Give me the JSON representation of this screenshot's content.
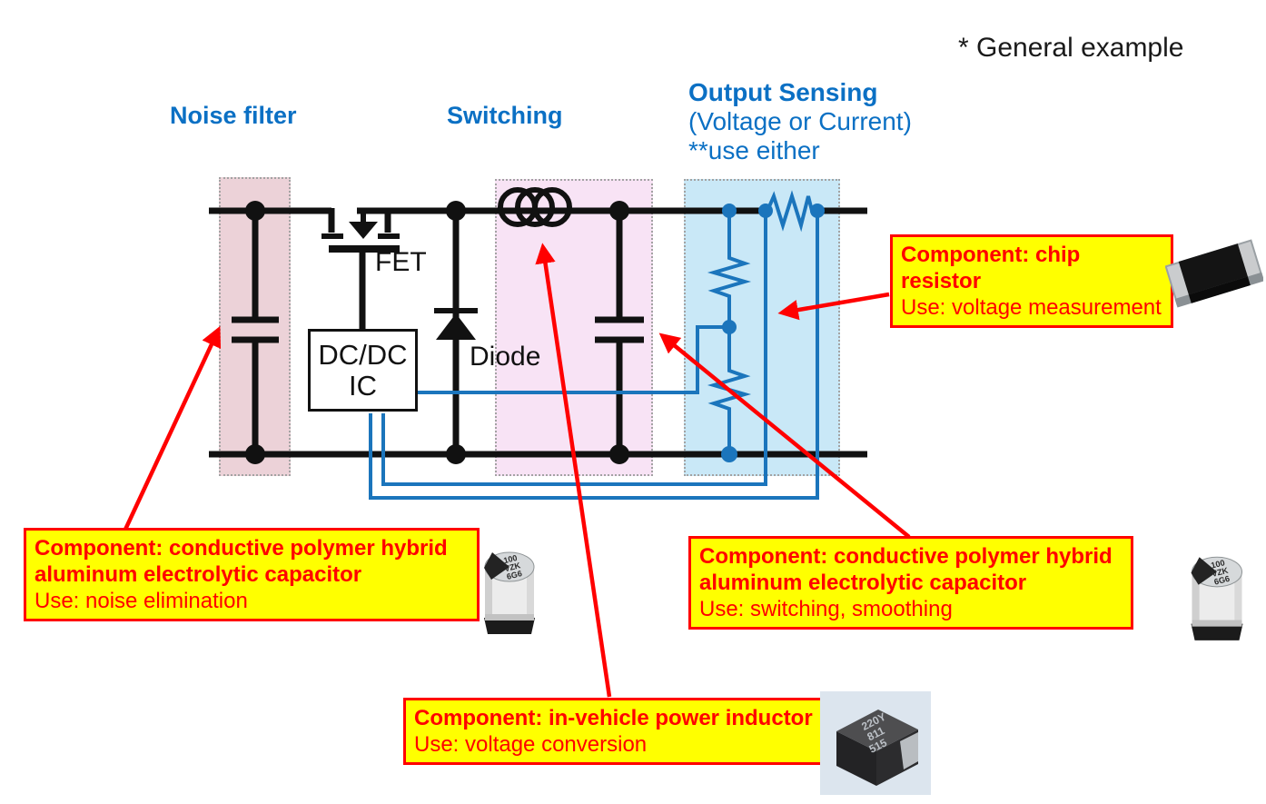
{
  "annotation": {
    "general_note": "* General example"
  },
  "headers": {
    "noise_filter": "Noise filter",
    "switching": "Switching",
    "output_sensing_title": "Output Sensing",
    "output_sensing_sub": "(Voltage or Current)",
    "output_sensing_note": "**use either"
  },
  "circuit_labels": {
    "fet": "FET",
    "ic_line1": "DC/DC",
    "ic_line2": "IC",
    "diode": "Diode"
  },
  "callouts": {
    "noise_capacitor": {
      "component": "Component: conductive polymer hybrid aluminum electrolytic capacitor",
      "use": "Use: noise elimination"
    },
    "chip_resistor": {
      "component": "Component: chip resistor",
      "use": "Use: voltage measurement"
    },
    "smoothing_capacitor": {
      "component": "Component: conductive polymer hybrid aluminum electrolytic capacitor",
      "use": "Use: switching, smoothing"
    },
    "power_inductor": {
      "component": "Component: in-vehicle power inductor",
      "use": "Use: voltage conversion"
    }
  },
  "photos": {
    "capacitor_marking": [
      "100",
      "VZK",
      "6G6"
    ],
    "inductor_marking": [
      "220Y",
      "811",
      "515"
    ]
  },
  "colors": {
    "header_blue": "#0b70c4",
    "wire_blue": "#1b75bc",
    "callout_yellow": "#ffff00",
    "callout_red": "#ff0000",
    "noise_filter_fill": "#ecd2d8",
    "switching_fill": "#f8e3f5",
    "sensing_fill": "#c9e8f7"
  }
}
